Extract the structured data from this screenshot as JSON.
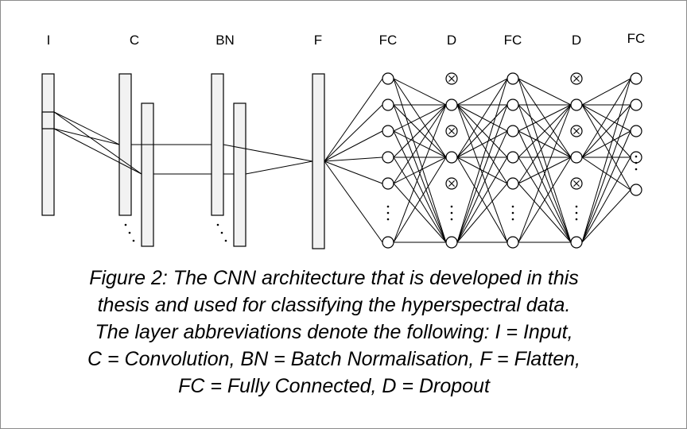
{
  "layer_labels": {
    "input": "I",
    "conv": "C",
    "batchnorm": "BN",
    "flatten": "F",
    "fc1": "FC",
    "dropout1": "D",
    "fc2": "FC",
    "dropout2": "D",
    "fc3": "FC"
  },
  "caption": {
    "line1": "Figure 2: The CNN architecture that is developed in this",
    "line2": "thesis and used for classifying the hyperspectral data.",
    "line3": "The layer abbreviations denote the following: I = Input,",
    "line4": "C = Convolution, BN = Batch Normalisation, F = Flatten,",
    "line5": "FC = Fully Connected, D = Dropout"
  },
  "colors": {
    "bar_fill": "#f2f2f2",
    "stroke": "#000000",
    "border": "#8c8c8c"
  }
}
